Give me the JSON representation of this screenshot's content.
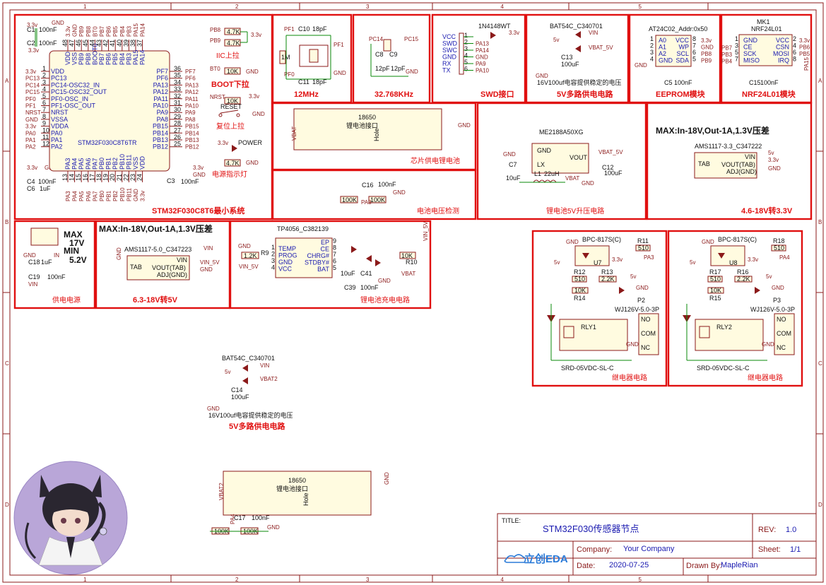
{
  "colors": {
    "frame": "#8b1a1a",
    "block": "#e01010",
    "wire": "#0a8a0a",
    "pin_text": "#1a1ab0"
  },
  "grid": {
    "cols": [
      "1",
      "2",
      "3",
      "4",
      "5"
    ],
    "rows": [
      "A",
      "B",
      "C",
      "D"
    ]
  },
  "mcu": {
    "title": "STM32F030C8T6最小系统",
    "part": "STM32F030C8T6TR",
    "left_pins": [
      {
        "n": "1",
        "name": "VDD",
        "net": "3.3v"
      },
      {
        "n": "2",
        "name": "PC13",
        "net": "PC13"
      },
      {
        "n": "3",
        "name": "PC14-OSC32_IN",
        "net": "PC14"
      },
      {
        "n": "4",
        "name": "PC15-OSC32_OUT",
        "net": "PC15"
      },
      {
        "n": "5",
        "name": "PF0-OSC_IN",
        "net": "PF0"
      },
      {
        "n": "6",
        "name": "PF1-OSC_OUT",
        "net": "PF1"
      },
      {
        "n": "7",
        "name": "NRST",
        "net": "NRST"
      },
      {
        "n": "8",
        "name": "VSSA",
        "net": "GND"
      },
      {
        "n": "9",
        "name": "VDDA",
        "net": "3.3v"
      },
      {
        "n": "10",
        "name": "PA0",
        "net": "PA0"
      },
      {
        "n": "11",
        "name": "PA1",
        "net": "PA1"
      },
      {
        "n": "12",
        "name": "PA2",
        "net": "PA2"
      }
    ],
    "right_pins": [
      {
        "n": "36",
        "name": "PF7",
        "net": "PF7"
      },
      {
        "n": "35",
        "name": "PF6",
        "net": "PF6"
      },
      {
        "n": "34",
        "name": "PA13",
        "net": "PA13"
      },
      {
        "n": "33",
        "name": "PA12",
        "net": "PA12"
      },
      {
        "n": "32",
        "name": "PA11",
        "net": "PA11"
      },
      {
        "n": "31",
        "name": "PA10",
        "net": "PA10"
      },
      {
        "n": "30",
        "name": "PA9",
        "net": "PA9"
      },
      {
        "n": "29",
        "name": "PA8",
        "net": "PA8"
      },
      {
        "n": "28",
        "name": "PB15",
        "net": "PB15"
      },
      {
        "n": "27",
        "name": "PB14",
        "net": "PB14"
      },
      {
        "n": "26",
        "name": "PB13",
        "net": "PB13"
      },
      {
        "n": "25",
        "name": "PB12",
        "net": "PB12"
      }
    ],
    "top_pins": [
      {
        "n": "48",
        "name": "VDD",
        "net": "3.3v"
      },
      {
        "n": "47",
        "name": "VSS",
        "net": "GND"
      },
      {
        "n": "46",
        "name": "PB9",
        "net": "PB9"
      },
      {
        "n": "45",
        "name": "PB8",
        "net": "PB8"
      },
      {
        "n": "44",
        "name": "BOOT0",
        "net": "BT0"
      },
      {
        "n": "43",
        "name": "PB7",
        "net": "PB7"
      },
      {
        "n": "42",
        "name": "PB6",
        "net": "PB6"
      },
      {
        "n": "41",
        "name": "PB5",
        "net": "PB5"
      },
      {
        "n": "40",
        "name": "PB4",
        "net": "PB4"
      },
      {
        "n": "39",
        "name": "PB3",
        "net": "PB3"
      },
      {
        "n": "38",
        "name": "PA15",
        "net": "PA15"
      },
      {
        "n": "37",
        "name": "PA14",
        "net": "PA14"
      }
    ],
    "bottom_pins": [
      {
        "n": "13",
        "name": "PA3",
        "net": "PA3"
      },
      {
        "n": "14",
        "name": "PA4",
        "net": "PA4"
      },
      {
        "n": "15",
        "name": "PA5",
        "net": "PA5"
      },
      {
        "n": "16",
        "name": "PA6",
        "net": "PA6"
      },
      {
        "n": "17",
        "name": "PA7",
        "net": "PA7"
      },
      {
        "n": "18",
        "name": "PB0",
        "net": "PB0"
      },
      {
        "n": "19",
        "name": "PB1",
        "net": "PB1"
      },
      {
        "n": "20",
        "name": "PB2",
        "net": "PB2"
      },
      {
        "n": "21",
        "name": "PB10",
        "net": "PB10"
      },
      {
        "n": "22",
        "name": "PB11",
        "net": "PB11"
      },
      {
        "n": "23",
        "name": "VSS",
        "net": "GND"
      },
      {
        "n": "24",
        "name": "VDD",
        "net": "3.3v"
      }
    ],
    "caps": [
      {
        "ref": "C1",
        "val": "100nF"
      },
      {
        "ref": "C2",
        "val": "100nF"
      },
      {
        "ref": "C4",
        "val": "100nF"
      },
      {
        "ref": "C6",
        "val": "1uF"
      },
      {
        "ref": "C3",
        "val": "100nF"
      }
    ]
  },
  "iic": {
    "title": "IIC上拉",
    "r1": "4.7K",
    "r2": "4.7K",
    "n1": "PB8",
    "n2": "PB9",
    "vcc": "3.3v"
  },
  "boot": {
    "title": "BOOT下拉",
    "net": "BT0",
    "r": "10K",
    "gnd": "GND"
  },
  "reset": {
    "title": "复位上拉",
    "net": "NRST",
    "r": "10K",
    "sw": "RESET",
    "vcc": "3.3v",
    "gnd": "GND"
  },
  "power_led": {
    "title": "电源指示灯",
    "r": "4.7K",
    "led": "POWER",
    "vcc": "3.3v",
    "gnd": "GND"
  },
  "crystal12": {
    "title": "12MHz",
    "c1": "C10",
    "c1v": "18pF",
    "c2": "C11",
    "c2v": "18pF",
    "pf1": "PF1",
    "pf0": "PF0",
    "r": "1M",
    "gnd": "GND"
  },
  "crystal32": {
    "title": "32.768KHz",
    "c14": "PC14",
    "c15": "PC15",
    "c8": "C8",
    "c9": "C9",
    "c8v": "12pF",
    "c9v": "12pF",
    "gnd": "GND"
  },
  "swd": {
    "title": "SWD接口",
    "pins": [
      "VCC",
      "SWD",
      "SWC",
      "GND",
      "RX",
      "TX"
    ],
    "nets": [
      "PA13",
      "PA14",
      "GND",
      "PA9",
      "PA10"
    ],
    "diode": "1N4148WT",
    "vcc": "3.3v"
  },
  "pwr5v_top": {
    "title": "5V多路供电电路",
    "part": "BAT54C_C340701",
    "vin": "VIN",
    "vbat": "VBAT_5V",
    "in": "5v",
    "cap": "C13",
    "capv": "100uF",
    "note": "16V100uf电容提供稳定的电压",
    "gnd": "GND"
  },
  "eeprom": {
    "title": "EEPROM模块",
    "part": "AT24C02_Addr:0x50",
    "left": [
      "A0",
      "A1",
      "A2",
      "GND"
    ],
    "right": [
      "VCC",
      "WP",
      "SCL",
      "SDA"
    ],
    "nets": [
      "3.3v",
      "GND",
      "PB8",
      "PB9"
    ],
    "cap": "C5",
    "capv": "100nF",
    "gnd": "GND"
  },
  "nrf": {
    "title": "NRF24L01模块",
    "ref": "MK1",
    "part": "NRF24L01",
    "left": [
      "GND",
      "CE",
      "SCK",
      "MISO"
    ],
    "right": [
      "VCC",
      "CSN",
      "MOSI",
      "IRQ"
    ],
    "lnets": [
      "PB7",
      "PB3",
      "PB4"
    ],
    "rnets": [
      "3.3v",
      "PB6",
      "PB5",
      "PA15"
    ],
    "cap": "C15",
    "capv": "100nF",
    "gnd": "GND"
  },
  "bat_holder": {
    "title": "芯片供电锂电池",
    "name": "18650",
    "label": "锂电池接口",
    "hole": "Hole",
    "net": "VBAT",
    "gnd": "GND"
  },
  "bat_detect": {
    "title": "电池电压检测",
    "cap": "C16",
    "capv": "100nF",
    "r1": "100K",
    "r2": "100K",
    "net": "PA3",
    "gnd": "GND"
  },
  "boost": {
    "title": "锂电池5V升压电路",
    "part": "ME2188A50XG",
    "pins": [
      "GND",
      "LX",
      "VOUT"
    ],
    "cap_in": "C7",
    "cap_inv": "10uF",
    "ind": "L1",
    "indv": "22uH",
    "cap_out": "C12",
    "cap_outv": "100uF",
    "out": "VBAT_5V",
    "vbat": "VBAT",
    "gnd": "GND"
  },
  "ldo33": {
    "title": "4.6-18V转3.3V",
    "header": "MAX:In-18V,Out-1A,1.3V压差",
    "part": "AMS1117-3.3_C347222",
    "pins": [
      "TAB",
      "VIN",
      "VOUT(TAB)",
      "ADJ(GND)"
    ],
    "in": "5v",
    "out": "3.3v",
    "gnd": "GND"
  },
  "supply": {
    "title": "供电电源",
    "max": "MAX",
    "v1": "17V",
    "min": "MIN",
    "v2": "5.2V",
    "c18": "C18",
    "c18v": "1uF",
    "c19": "C19",
    "c19v": "100nF",
    "in": "IN",
    "vin": "VIN",
    "gnd": "GND"
  },
  "ldo5": {
    "title": "6.3-18V转5V",
    "header": "MAX:In-18V,Out-1A,1.3V压差",
    "part": "AMS1117-5.0_C347223",
    "pins": [
      "TAB",
      "VIN",
      "VOUT(TAB)",
      "ADJ(GND)"
    ],
    "vin": "VIN",
    "out": "VIN_5V",
    "gnd": "GND"
  },
  "charger": {
    "title": "锂电池充电电路",
    "part": "TP4056_C382139",
    "left": [
      "TEMP",
      "PROG",
      "GND",
      "VCC"
    ],
    "right": [
      "EP",
      "CE",
      "CHRG#",
      "STDBY#",
      "BAT"
    ],
    "r9": "R9",
    "r9v": "1.2K",
    "r10": "R10",
    "r10v": "10K",
    "c39": "C39",
    "c39v": "100nF",
    "c41": "C41",
    "c41v": "10uF",
    "vin": "VIN_5V",
    "vbat": "VBAT",
    "gnd": "GND"
  },
  "relay1": {
    "title": "继电器电路",
    "opto": "BPC-817S(C)",
    "u": "U7",
    "r11": "R11",
    "r11v": "510",
    "r12": "R12",
    "r12v": "510",
    "r13": "R13",
    "r13v": "2.2K",
    "r14": "R14",
    "r14v": "10K",
    "relay": "RLY1",
    "relay_part": "SRD-05VDC-SL-C",
    "term": "P2",
    "term_part": "WJ126V-5.0-3P",
    "contacts": [
      "NO",
      "COM",
      "NC"
    ],
    "net": "PA3",
    "v5": "5v",
    "v33": "3.3v",
    "gnd": "GND"
  },
  "relay2": {
    "title": "继电器电路",
    "opto": "BPC-817S(C)",
    "u": "U8",
    "r11": "R18",
    "r11v": "510",
    "r12": "R17",
    "r12v": "510",
    "r13": "R16",
    "r13v": "2.2K",
    "r14": "R15",
    "r14v": "10K",
    "relay": "RLY2",
    "relay_part": "SRD-05VDC-SL-C",
    "term": "P3",
    "term_part": "WJ126V-5.0-3P",
    "contacts": [
      "NO",
      "COM",
      "NC"
    ],
    "net": "PA4",
    "v5": "5v",
    "v33": "3.3v",
    "gnd": "GND"
  },
  "pwr5v_bot": {
    "title": "5V多路供电电路",
    "part": "BAT54C_C340701",
    "vin": "VIN",
    "vbat": "VBAT2",
    "in": "5v",
    "cap": "C14",
    "capv": "100uF",
    "note": "16V100uf电容提供稳定的电压",
    "gnd": "GND"
  },
  "bat2": {
    "name": "18650",
    "label": "锂电池接口",
    "hole": "Hole",
    "net": "VBAT2",
    "gnd": "GND",
    "cap": "C17",
    "capv": "100nF",
    "r1": "100K",
    "r2": "100K",
    "net2": "PA4"
  },
  "titleblock": {
    "title_label": "TITLE:",
    "title": "STM32F030传感器节点",
    "rev_label": "REV:",
    "rev": "1.0",
    "company_label": "Company:",
    "company": "Your Company",
    "sheet_label": "Sheet:",
    "sheet": "1/1",
    "date_label": "Date:",
    "date": "2020-07-25",
    "drawn_label": "Drawn By:",
    "drawn": "MapleRian",
    "logo": "立创EDA"
  }
}
